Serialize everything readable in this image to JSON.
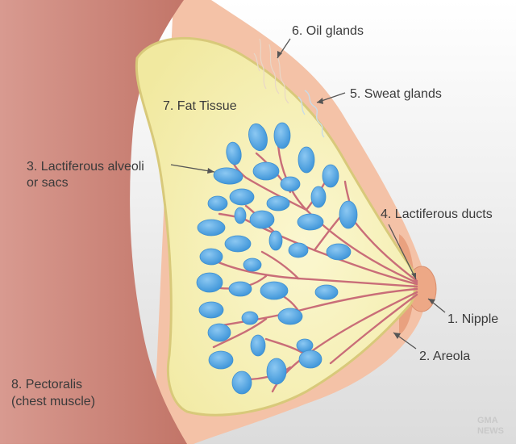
{
  "labels": {
    "oil_glands": "6. Oil glands",
    "sweat_glands": "5. Sweat glands",
    "fat_tissue": "7. Fat Tissue",
    "alveoli_line1": "3. Lactiferous alveoli",
    "alveoli_line2": "or sacs",
    "lactiferous_ducts": "4. Lactiferous ducts",
    "nipple": "1. Nipple",
    "areola": "2. Areola",
    "pectoralis_line1": "8. Pectoralis",
    "pectoralis_line2": "(chest muscle)"
  },
  "watermark": {
    "line1": "GMA",
    "line2": "NEWS"
  },
  "colors": {
    "muscle": "#c98276",
    "skin": "#f4c2a7",
    "fat": "#f6f0b4",
    "fat_outline": "#d8c97a",
    "alveoli": "#4aa0e0",
    "ducts": "#c96d78",
    "areola": "#e9a17f",
    "leader": "#555555"
  }
}
